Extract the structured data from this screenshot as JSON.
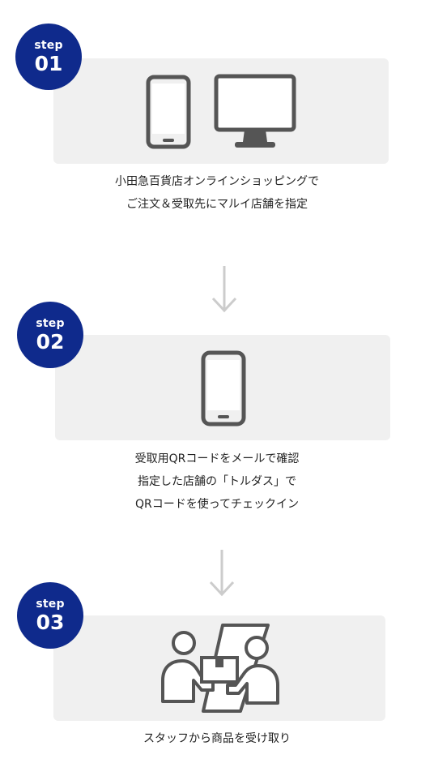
{
  "steps": [
    {
      "badge_word": "step",
      "badge_number": "01",
      "icons": [
        "smartphone-icon",
        "desktop-monitor-icon"
      ],
      "caption_lines": [
        "小田急百貨店オンラインショッピングで",
        "ご注文＆受取先にマルイ店舗を指定"
      ]
    },
    {
      "badge_word": "step",
      "badge_number": "02",
      "icons": [
        "smartphone-icon"
      ],
      "caption_lines": [
        "受取用QRコードをメールで確認",
        "指定した店舗の「トルダス」で",
        "QRコードを使ってチェックイン"
      ]
    },
    {
      "badge_word": "step",
      "badge_number": "03",
      "icons": [
        "package-handover-icon"
      ],
      "caption_lines": [
        "スタッフから商品を受け取り"
      ]
    }
  ],
  "colors": {
    "badge": "#0f2a8c",
    "card": "#f0f0f0",
    "icon": "#555555",
    "arrow": "#cccccc"
  }
}
